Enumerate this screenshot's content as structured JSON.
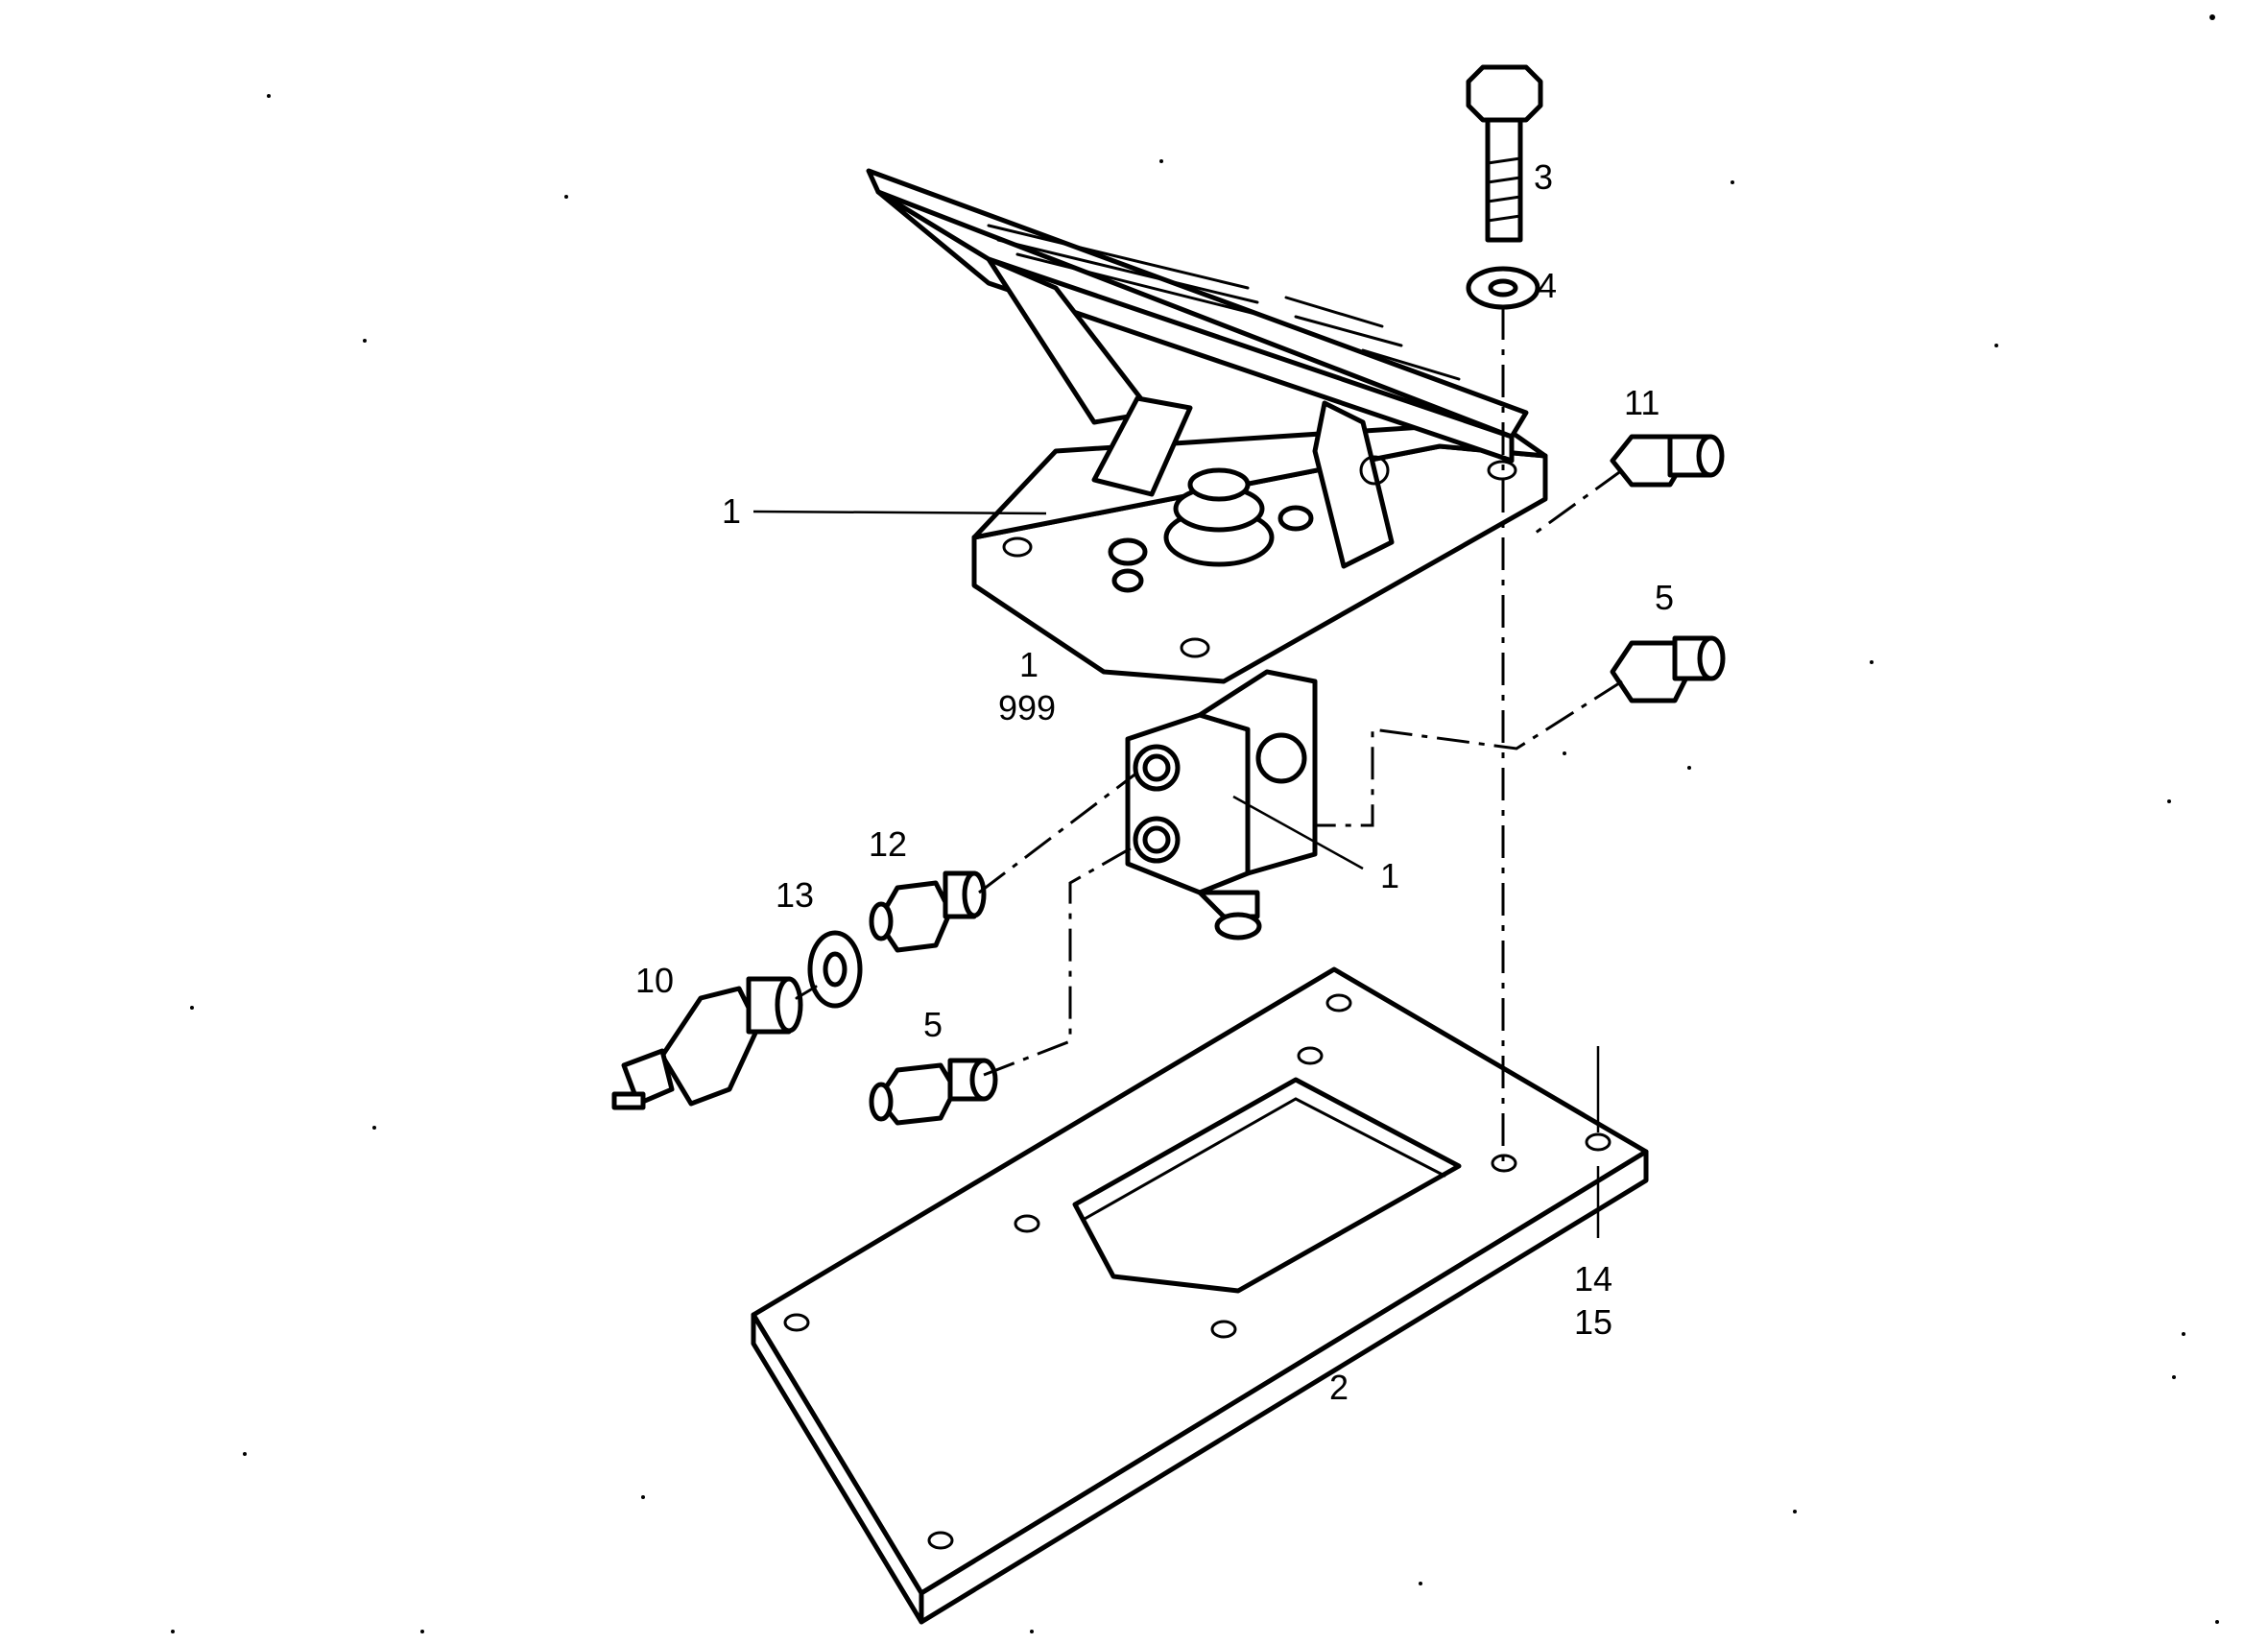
{
  "callouts": {
    "c1_top": "1",
    "c1_mid": "1",
    "c999": "999",
    "c1_right": "1",
    "c2": "2",
    "c3": "3",
    "c4": "4",
    "c5_upper": "5",
    "c5_lower": "5",
    "c10": "10",
    "c11": "11",
    "c12": "12",
    "c13": "13",
    "c14": "14",
    "c15": "15"
  },
  "colors": {
    "ink": "#000000",
    "paper": "#ffffff"
  }
}
